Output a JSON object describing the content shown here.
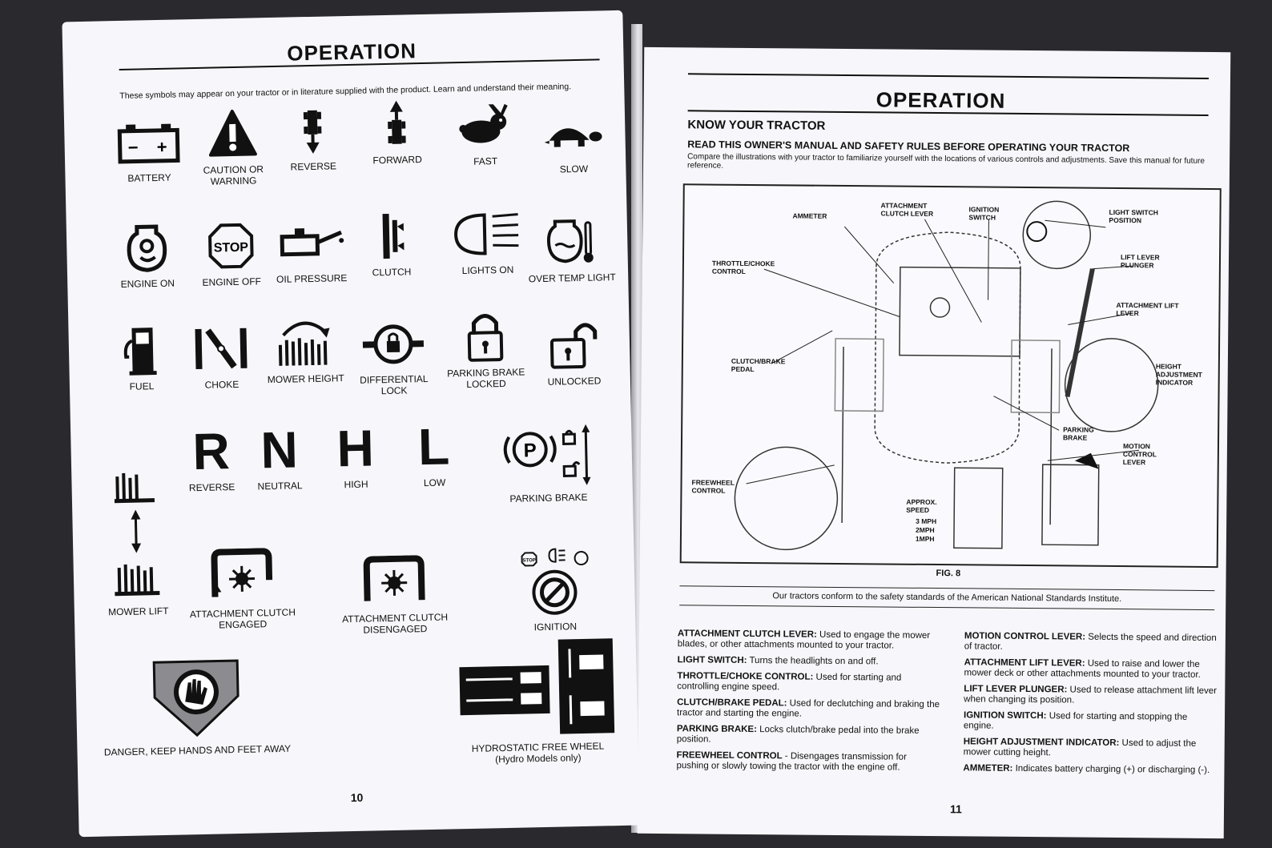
{
  "left_page": {
    "title": "OPERATION",
    "intro": "These symbols may appear on your tractor or in literature supplied with the product. Learn and understand their meaning.",
    "row1": [
      {
        "icon": "battery-icon",
        "label": "BATTERY"
      },
      {
        "icon": "caution-icon",
        "label": "CAUTION OR WARNING"
      },
      {
        "icon": "reverse-icon",
        "label": "REVERSE"
      },
      {
        "icon": "forward-icon",
        "label": "FORWARD"
      },
      {
        "icon": "rabbit-icon",
        "label": "FAST"
      },
      {
        "icon": "turtle-icon",
        "label": "SLOW"
      }
    ],
    "row2": [
      {
        "icon": "engine-on-icon",
        "label": "ENGINE ON"
      },
      {
        "icon": "stop-icon",
        "label": "ENGINE OFF"
      },
      {
        "icon": "oil-can-icon",
        "label": "OIL PRESSURE"
      },
      {
        "icon": "clutch-icon",
        "label": "CLUTCH"
      },
      {
        "icon": "headlight-icon",
        "label": "LIGHTS ON"
      },
      {
        "icon": "thermometer-icon",
        "label": "OVER TEMP LIGHT"
      }
    ],
    "row3": [
      {
        "icon": "fuel-pump-icon",
        "label": "FUEL"
      },
      {
        "icon": "choke-icon",
        "label": "CHOKE"
      },
      {
        "icon": "mower-height-icon",
        "label": "MOWER HEIGHT"
      },
      {
        "icon": "differential-lock-icon",
        "label": "DIFFERENTIAL LOCK"
      },
      {
        "icon": "padlock-locked-icon",
        "label": "PARKING BRAKE LOCKED"
      },
      {
        "icon": "padlock-unlocked-icon",
        "label": "UNLOCKED"
      }
    ],
    "gears": [
      {
        "letter": "R",
        "label": "REVERSE"
      },
      {
        "letter": "N",
        "label": "NEUTRAL"
      },
      {
        "letter": "H",
        "label": "HIGH"
      },
      {
        "letter": "L",
        "label": "LOW"
      }
    ],
    "stop_badge": "STOP",
    "parking_brake_letter": "P",
    "parking_brake_label": "PARKING BRAKE",
    "mower_lift_label": "MOWER LIFT",
    "attachment_engaged_label": "ATTACHMENT CLUTCH ENGAGED",
    "attachment_disengaged_label": "ATTACHMENT CLUTCH DISENGAGED",
    "ignition_label": "IGNITION",
    "danger_label": "DANGER, KEEP HANDS AND FEET AWAY",
    "hydro_label": "HYDROSTATIC FREE WHEEL",
    "hydro_sub": "(Hydro Models only)",
    "page_number": "10"
  },
  "right_page": {
    "title": "OPERATION",
    "section": "KNOW YOUR TRACTOR",
    "subsection": "READ THIS OWNER'S MANUAL AND SAFETY RULES BEFORE OPERATING YOUR TRACTOR",
    "intro": "Compare the illustrations with your tractor to familiarize yourself with the locations of various controls and adjustments. Save this manual for future reference.",
    "callouts": {
      "ammeter": "AMMETER",
      "attachment_clutch_lever": "ATTACHMENT CLUTCH LEVER",
      "ignition_switch": "IGNITION SWITCH",
      "light_switch_position": "LIGHT SWITCH POSITION",
      "lift_lever_plunger": "LIFT LEVER PLUNGER",
      "throttle_choke": "THROTTLE/CHOKE CONTROL",
      "attachment_lift_lever": "ATTACHMENT LIFT LEVER",
      "clutch_brake_pedal": "CLUTCH/BRAKE PEDAL",
      "height_adjustment": "HEIGHT ADJUSTMENT INDICATOR",
      "parking_brake": "PARKING BRAKE",
      "motion_control": "MOTION CONTROL LEVER",
      "freewheel": "FREEWHEEL CONTROL",
      "speed_heading": "APPROX. SPEED",
      "speeds": [
        "3 MPH",
        "2MPH",
        "1MPH"
      ]
    },
    "fig_label": "FIG. 8",
    "ansi_note": "Our tractors conform to the safety standards of the American National Standards Institute.",
    "definitions_left": [
      {
        "term": "ATTACHMENT CLUTCH LEVER:",
        "text": " Used to engage the mower blades, or other attachments mounted to your tractor."
      },
      {
        "term": "LIGHT SWITCH:",
        "text": " Turns the headlights on and off."
      },
      {
        "term": "THROTTLE/CHOKE CONTROL:",
        "text": " Used for starting and controlling engine speed."
      },
      {
        "term": "CLUTCH/BRAKE PEDAL:",
        "text": " Used for declutching and braking the tractor and starting the engine."
      },
      {
        "term": "PARKING BRAKE:",
        "text": " Locks clutch/brake pedal into the brake position."
      },
      {
        "term": "FREEWHEEL CONTROL",
        "text": " - Disengages transmission for pushing or slowly towing the tractor with the engine off."
      }
    ],
    "definitions_right": [
      {
        "term": "MOTION CONTROL LEVER:",
        "text": " Selects the speed and direction of tractor."
      },
      {
        "term": "ATTACHMENT LIFT LEVER:",
        "text": " Used to raise and lower the mower deck or other attachments mounted to your tractor."
      },
      {
        "term": "LIFT LEVER PLUNGER:",
        "text": " Used to release attachment lift lever when changing its position."
      },
      {
        "term": "IGNITION SWITCH:",
        "text": " Used for starting and stopping the engine."
      },
      {
        "term": "HEIGHT ADJUSTMENT INDICATOR:",
        "text": " Used to adjust the mower cutting height."
      },
      {
        "term": "AMMETER:",
        "text": " Indicates battery charging (+) or discharging (-)."
      }
    ],
    "page_number": "11"
  }
}
